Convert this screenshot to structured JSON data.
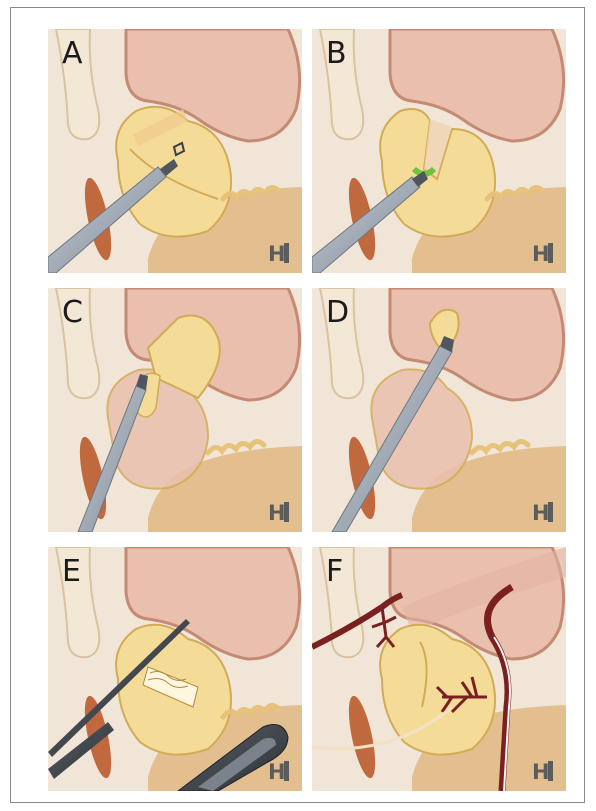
{
  "figure": {
    "panels": [
      {
        "label": "A"
      },
      {
        "label": "B"
      },
      {
        "label": "C"
      },
      {
        "label": "D"
      },
      {
        "label": "E"
      },
      {
        "label": "F"
      }
    ],
    "watermark_text": "HI",
    "colors": {
      "background": "#f1e5d8",
      "bladder": "#e9c0ae",
      "bladder_outline": "#c58a73",
      "prostate": "#f4dc98",
      "prostate_outline": "#d2ab55",
      "rectum": "#e3bf90",
      "muscle": "#c1693e",
      "instrument": "#a9b2bb",
      "vessel": "#7a2020",
      "laser": "#6fc33d"
    }
  }
}
